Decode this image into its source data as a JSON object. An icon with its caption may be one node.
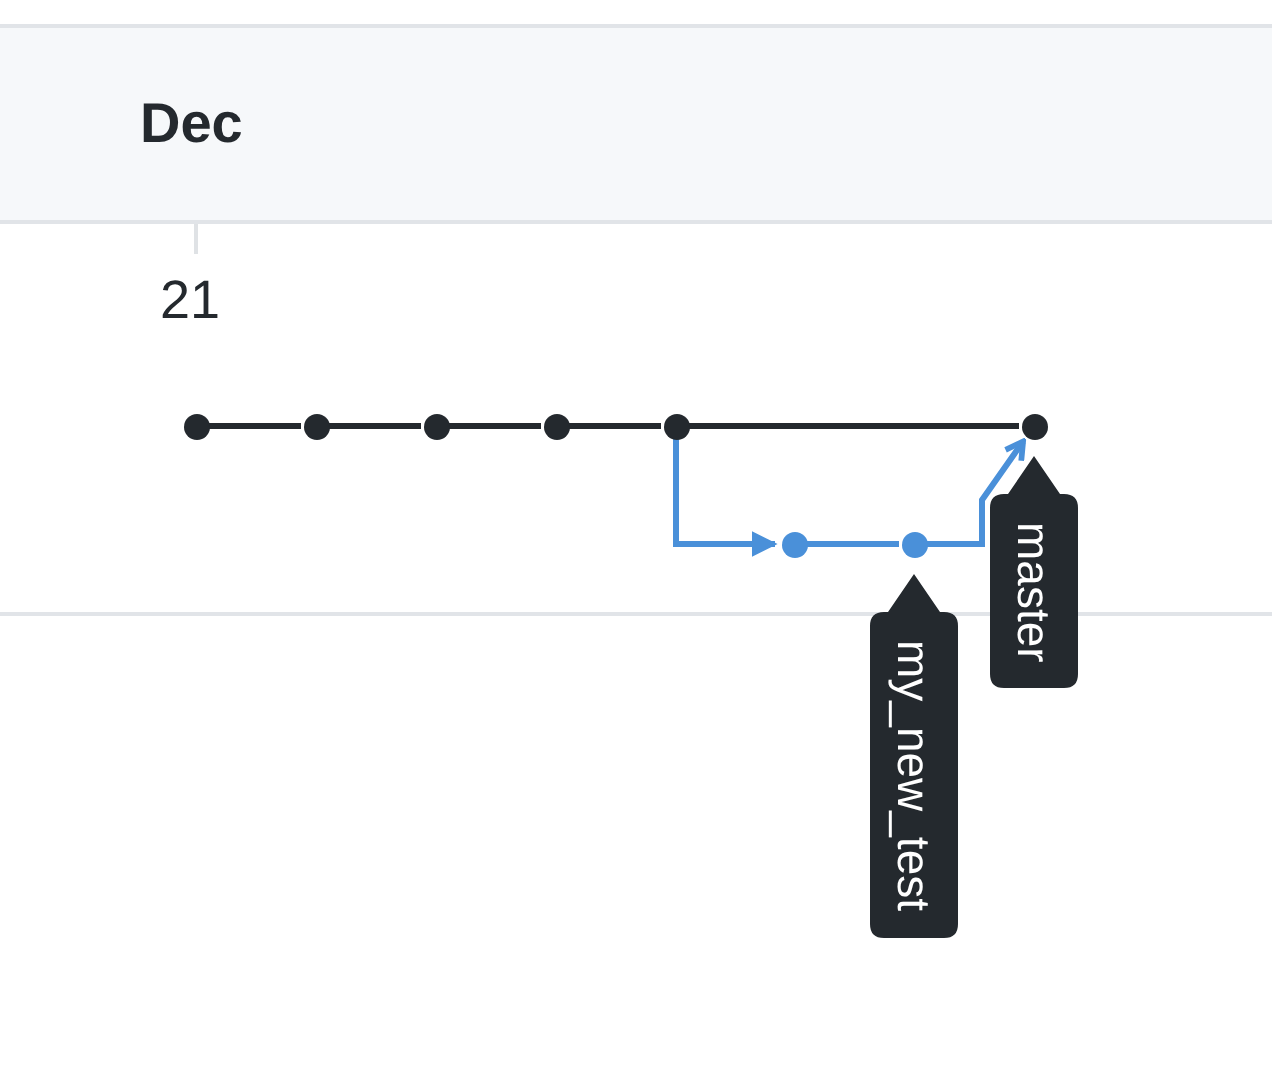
{
  "diagram": {
    "nodes": [
      {
        "text": [],
        "shape": "circle"
      },
      {
        "text": [],
        "shape": "circle"
      },
      {
        "text": [],
        "shape": "circle"
      },
      {
        "text": [],
        "shape": "circle"
      },
      {
        "text": [],
        "shape": "circle"
      },
      {
        "text": [],
        "shape": "circle"
      },
      {
        "text": [],
        "shape": "circle"
      },
      {
        "text": [],
        "shape": "circle"
      },
      {
        "text": [
          "my_new_test"
        ]
      },
      {
        "text": [
          "master"
        ]
      }
    ],
    "edges": [
      {
        "from": 0,
        "to": 1,
        "arrow": "none"
      },
      {
        "from": 1,
        "to": 2,
        "arrow": "none"
      },
      {
        "from": 2,
        "to": 3,
        "arrow": "none"
      },
      {
        "from": 3,
        "to": 4,
        "arrow": "none"
      },
      {
        "from": 4,
        "to": 5,
        "arrow": "none"
      },
      {
        "from": 4,
        "to": 6,
        "arrow": "to",
        "color": "#4a90d9"
      },
      {
        "from": 6,
        "to": 7,
        "arrow": "none",
        "color": "#4a90d9"
      },
      {
        "from": 7,
        "to": 5,
        "arrow": "to",
        "color": "#4a90d9"
      }
    ],
    "labels": [
      "Dec",
      "21"
    ]
  }
}
